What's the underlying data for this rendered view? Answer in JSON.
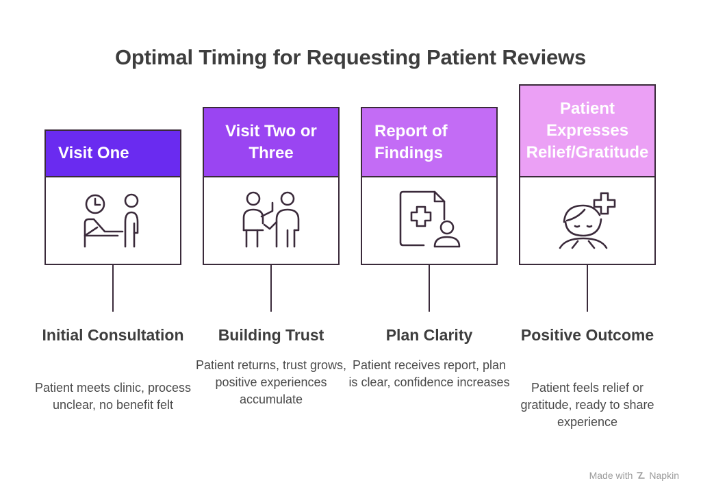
{
  "title": "Optimal Timing for Requesting Patient Reviews",
  "stages": [
    {
      "header": "Visit One",
      "color": "#6a2bf0",
      "icon": "clock-person-desk-icon",
      "title": "Initial Consultation",
      "description": "Patient meets clinic, process unclear, no benefit felt"
    },
    {
      "header": "Visit Two or Three",
      "color": "#9a45f2",
      "icon": "two-people-greeting-icon",
      "title": "Building Trust",
      "description": "Patient returns, trust grows, positive experiences accumulate"
    },
    {
      "header": "Report of Findings",
      "color": "#c36cf5",
      "icon": "medical-report-person-icon",
      "title": "Plan Clarity",
      "description": "Patient receives report, plan is clear, confidence increases"
    },
    {
      "header": "Patient Expresses Relief/Gratitude",
      "color": "#eba0f5",
      "icon": "relieved-person-plus-icon",
      "title": "Positive Outcome",
      "description": "Patient feels relief or gratitude, ready to share experience"
    }
  ],
  "watermark": {
    "made_with": "Made with",
    "brand": "Napkin"
  }
}
